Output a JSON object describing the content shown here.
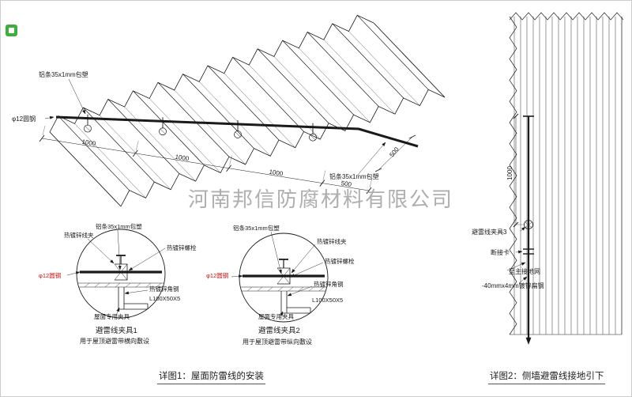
{
  "figure": {
    "watermark_text": "河南邦信防腐材料有限公司"
  },
  "roof": {
    "strip_label_top": "铝条35x1mm包塑",
    "strip_label_bottom": "铝条35x1mm包塑",
    "rod_label": "φ12圆钢",
    "dim_spacings": [
      "1000",
      "1000",
      "1000",
      "500"
    ],
    "dim_edge": "500"
  },
  "detail1": {
    "labels": {
      "clamp": "热镀锌线夹",
      "strip": "铝条35x1mm包塑",
      "bolt": "热镀锌螺栓",
      "rod": "φ12圆钢",
      "angle": "热镀锌角钢",
      "angle_spec": "L100X50X5",
      "fixture": "屋面专用夹具"
    },
    "title": "避雷线夹具1",
    "subtitle": "用于屋顶避雷带横向敷设"
  },
  "detail2": {
    "labels": {
      "clamp": "热镀锌线夹",
      "strip": "铝条35x1mm包塑",
      "bolt": "热镀锌螺栓",
      "rod": "φ12圆钢",
      "angle": "热镀锌角钢",
      "angle_spec": "L100X50X5",
      "fixture": "屋面专用夹具"
    },
    "title": "避雷线夹具2",
    "subtitle": "用于屋顶避雷带纵向敷设"
  },
  "wall": {
    "dim": "1000",
    "labels": {
      "clamp3": "避雷线夹具3",
      "disconnect": "断接卡",
      "to_ground": "至主接地网",
      "flat_steel": "-40mmx4mm镀锌扁钢"
    }
  },
  "captions": {
    "fig1": "详图1：屋面防雷线的安装",
    "fig2": "详图2：侧墙避雷线接地引下"
  },
  "colors": {
    "line": "#1a1a1a",
    "red_label": "#cc1111",
    "watermark": "#9a9a9a",
    "logo_green": "#3fae3f"
  }
}
